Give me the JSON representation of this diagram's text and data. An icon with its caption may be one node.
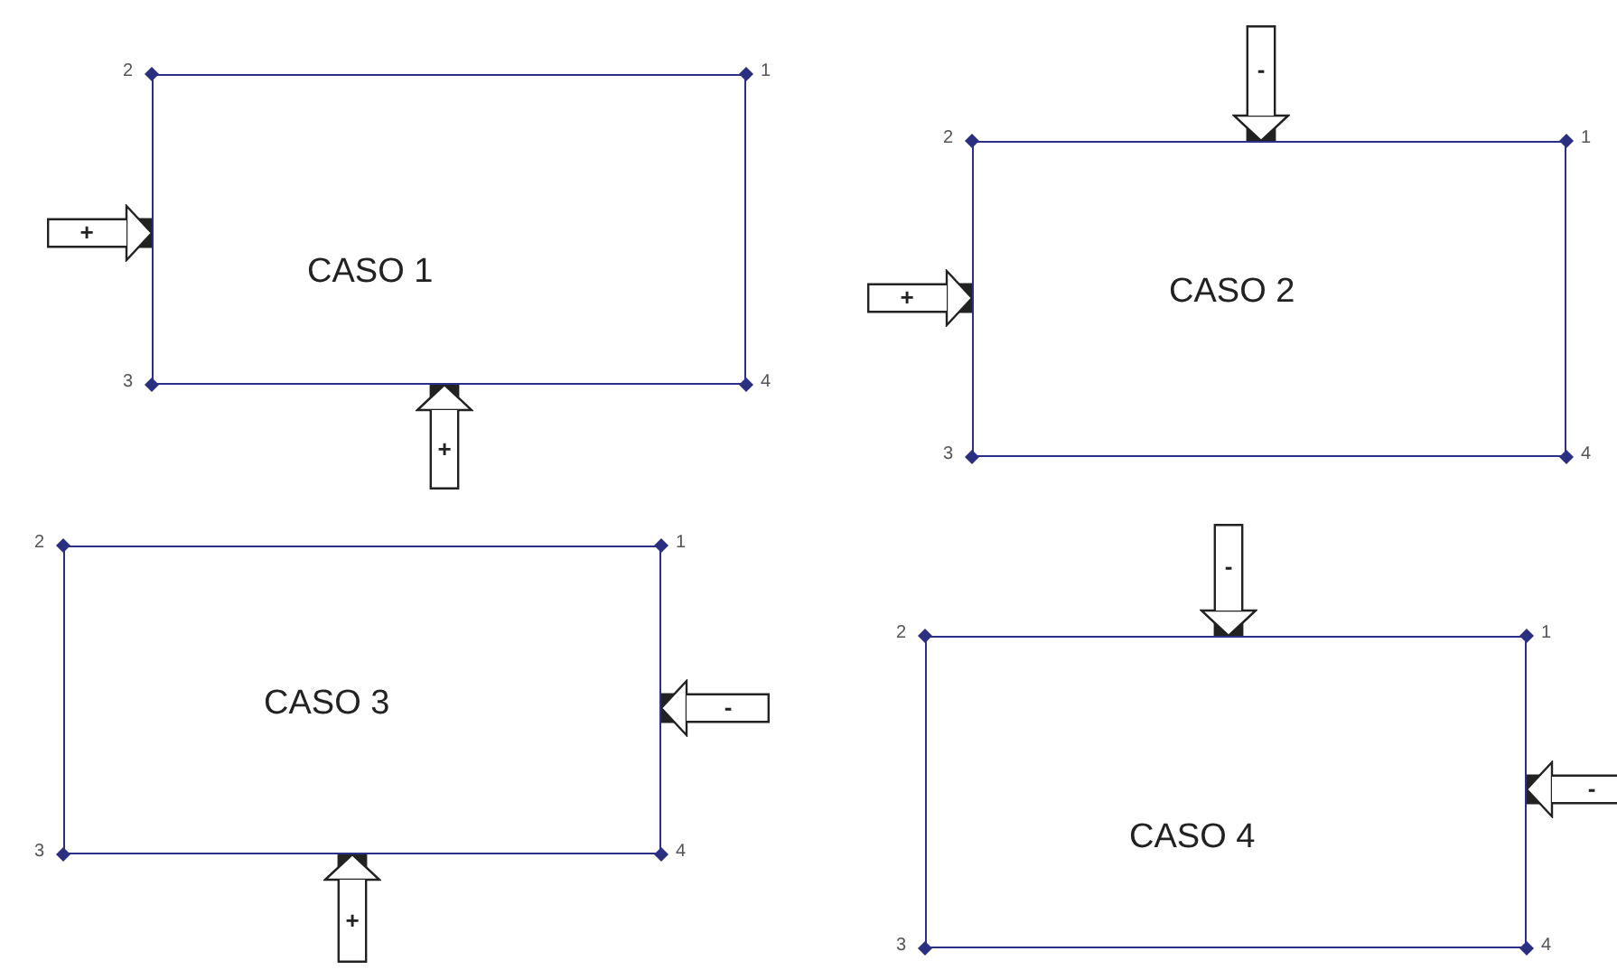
{
  "diagram": {
    "nodes": [
      {
        "text": [
          "CASO 1"
        ],
        "beside": [
          "2",
          "1",
          "3",
          "4"
        ]
      },
      {
        "text": [
          "CASO 2"
        ],
        "beside": [
          "2",
          "1",
          "3",
          "4"
        ]
      },
      {
        "text": [
          "CASO 3"
        ],
        "beside": [
          "2",
          "1",
          "3",
          "4"
        ]
      },
      {
        "text": [
          "CASO 4"
        ],
        "beside": [
          "2",
          "1",
          "3",
          "4"
        ]
      }
    ],
    "edges": [
      {
        "from": null,
        "to": 0,
        "arrow": "to",
        "label": "+"
      },
      {
        "from": null,
        "to": 0,
        "arrow": "to",
        "label": "+"
      },
      {
        "from": null,
        "to": 1,
        "arrow": "to",
        "label": "-"
      },
      {
        "from": null,
        "to": 1,
        "arrow": "to",
        "label": "+"
      },
      {
        "from": null,
        "to": 2,
        "arrow": "to",
        "label": "-"
      },
      {
        "from": null,
        "to": 2,
        "arrow": "to",
        "label": "+"
      },
      {
        "from": null,
        "to": 3,
        "arrow": "to",
        "label": "-"
      },
      {
        "from": null,
        "to": 3,
        "arrow": "to",
        "label": "-"
      }
    ]
  }
}
